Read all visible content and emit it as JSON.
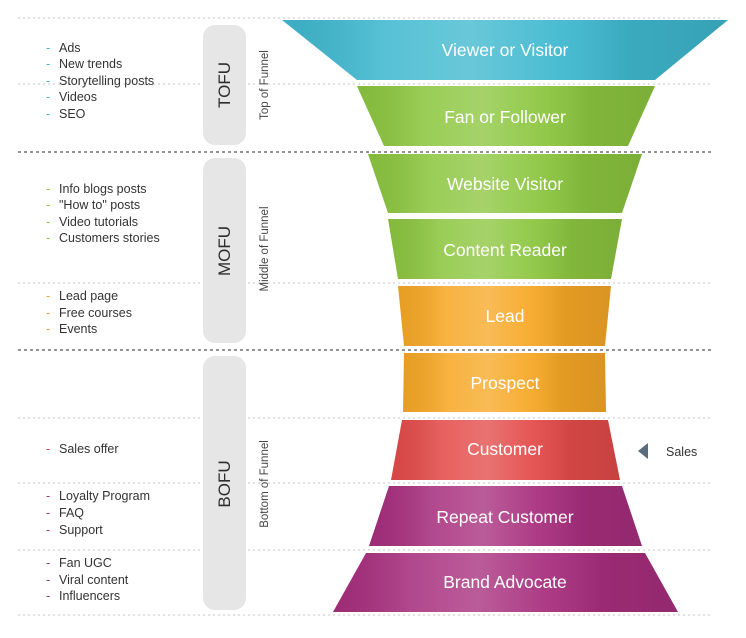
{
  "colors": {
    "cyan": "#3fb8cf",
    "green": "#8cc63f",
    "orange": "#f7a826",
    "red": "#e34b4a",
    "purple": "#a72e7d",
    "dash_cyan": "#3fb8cf",
    "dash_green": "#8cc63f",
    "dash_orange": "#f39c34",
    "dash_red": "#e34b4a",
    "dash_purple": "#a72e7d"
  },
  "phases": [
    {
      "short": "TOFU",
      "long": "Top of Funnel"
    },
    {
      "short": "MOFU",
      "long": "Middle of Funnel"
    },
    {
      "short": "BOFU",
      "long": "Bottom of Funnel"
    }
  ],
  "stages": [
    {
      "label": "Viewer or Visitor",
      "color": "#3fb8cf"
    },
    {
      "label": "Fan or Follower",
      "color": "#8cc63f"
    },
    {
      "label": "Website Visitor",
      "color": "#8cc63f"
    },
    {
      "label": "Content Reader",
      "color": "#8cc63f"
    },
    {
      "label": "Lead",
      "color": "#f7a826"
    },
    {
      "label": "Prospect",
      "color": "#f7a826"
    },
    {
      "label": "Customer",
      "color": "#e34b4a"
    },
    {
      "label": "Repeat Customer",
      "color": "#a72e7d"
    },
    {
      "label": "Brand Advocate",
      "color": "#a72e7d"
    }
  ],
  "tactic_groups": [
    {
      "color": "#3fb8cf",
      "items": [
        "Ads",
        "New trends",
        "Storytelling posts",
        "Videos",
        "SEO"
      ]
    },
    {
      "color": "#8cc63f",
      "items": [
        "Info blogs posts",
        "\"How to\" posts",
        "Video tutorials",
        "Customers stories"
      ]
    },
    {
      "color": "#f39c34",
      "items": [
        "Lead page",
        "Free courses",
        "Events"
      ]
    },
    {
      "color": "#e34b4a",
      "items": [
        "Sales offer"
      ]
    },
    {
      "color": "#a72e7d",
      "items": [
        "Loyalty Program",
        "FAQ",
        "Support"
      ]
    },
    {
      "color": "#a72e7d",
      "items": [
        "Fan UGC",
        "Viral content",
        "Influencers"
      ]
    }
  ],
  "side_label": "Sales"
}
